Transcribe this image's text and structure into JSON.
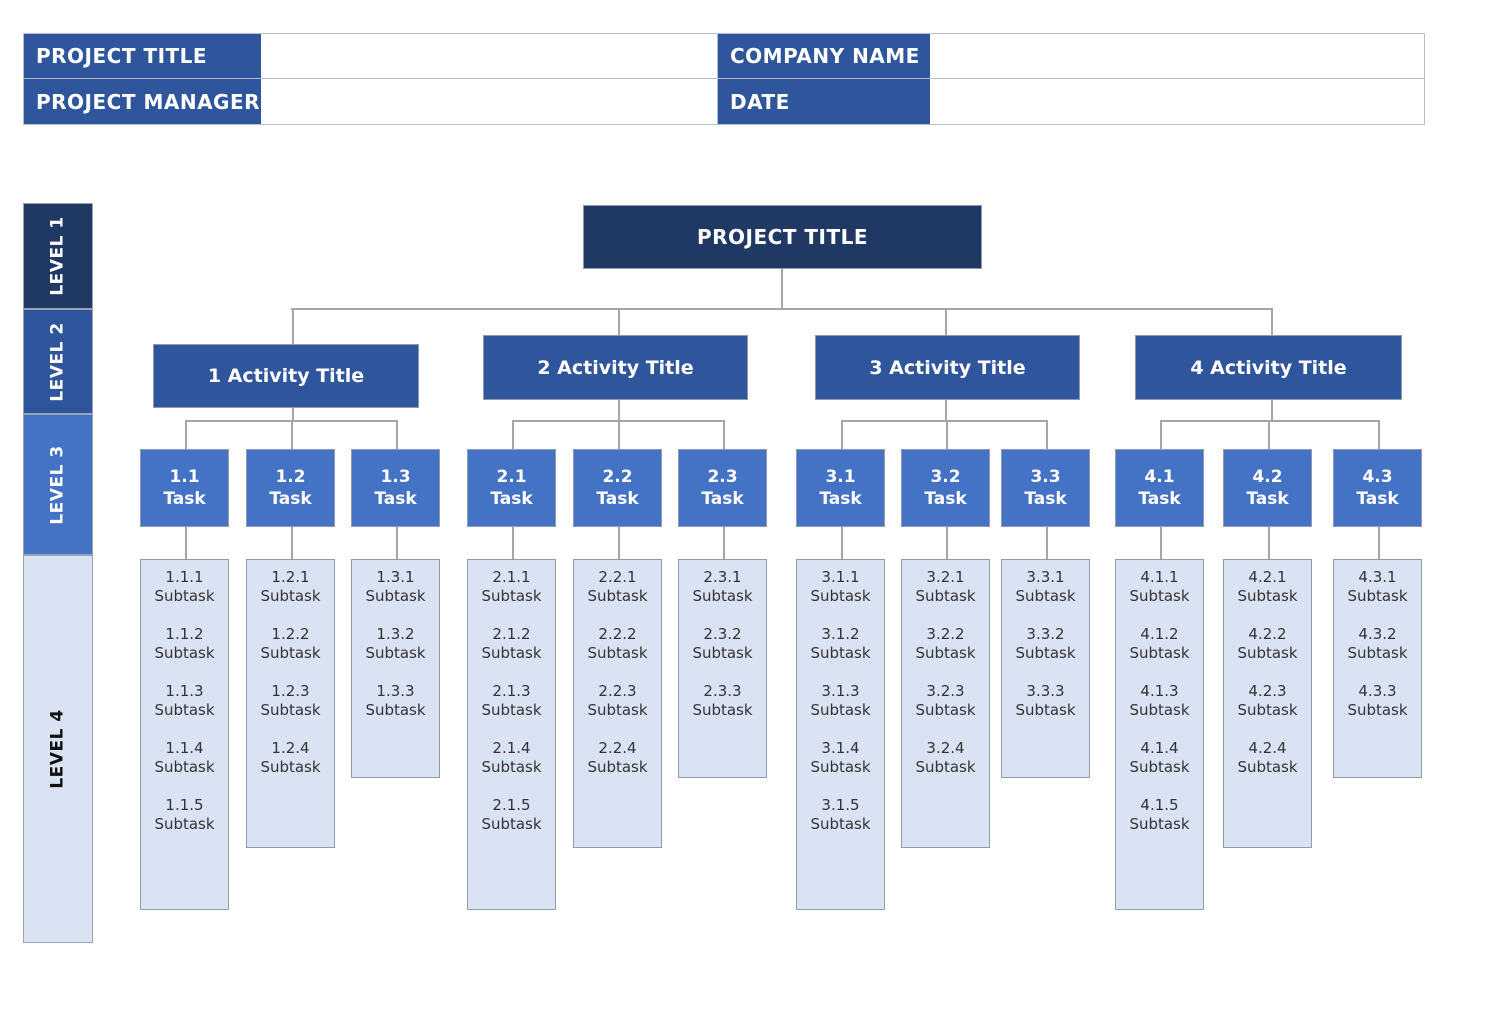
{
  "header": {
    "project_title_label": "PROJECT TITLE",
    "project_manager_label": "PROJECT MANAGER",
    "company_name_label": "COMPANY NAME",
    "date_label": "DATE",
    "project_title_value": "",
    "project_manager_value": "",
    "company_name_value": "",
    "date_value": ""
  },
  "levels": [
    "LEVEL 1",
    "LEVEL 2",
    "LEVEL 3",
    "LEVEL 4"
  ],
  "root": "PROJECT TITLE",
  "activities": [
    {
      "title": "1 Activity Title",
      "tasks": [
        {
          "num": "1.1",
          "label": "Task",
          "subtasks": [
            "1.1.1",
            "1.1.2",
            "1.1.3",
            "1.1.4",
            "1.1.5"
          ]
        },
        {
          "num": "1.2",
          "label": "Task",
          "subtasks": [
            "1.2.1",
            "1.2.2",
            "1.2.3",
            "1.2.4"
          ]
        },
        {
          "num": "1.3",
          "label": "Task",
          "subtasks": [
            "1.3.1",
            "1.3.2",
            "1.3.3"
          ]
        }
      ]
    },
    {
      "title": "2 Activity Title",
      "tasks": [
        {
          "num": "2.1",
          "label": "Task",
          "subtasks": [
            "2.1.1",
            "2.1.2",
            "2.1.3",
            "2.1.4",
            "2.1.5"
          ]
        },
        {
          "num": "2.2",
          "label": "Task",
          "subtasks": [
            "2.2.1",
            "2.2.2",
            "2.2.3",
            "2.2.4"
          ]
        },
        {
          "num": "2.3",
          "label": "Task",
          "subtasks": [
            "2.3.1",
            "2.3.2",
            "2.3.3"
          ]
        }
      ]
    },
    {
      "title": "3 Activity Title",
      "tasks": [
        {
          "num": "3.1",
          "label": "Task",
          "subtasks": [
            "3.1.1",
            "3.1.2",
            "3.1.3",
            "3.1.4",
            "3.1.5"
          ]
        },
        {
          "num": "3.2",
          "label": "Task",
          "subtasks": [
            "3.2.1",
            "3.2.2",
            "3.2.3",
            "3.2.4"
          ]
        },
        {
          "num": "3.3",
          "label": "Task",
          "subtasks": [
            "3.3.1",
            "3.3.2",
            "3.3.3"
          ]
        }
      ]
    },
    {
      "title": "4 Activity Title",
      "tasks": [
        {
          "num": "4.1",
          "label": "Task",
          "subtasks": [
            "4.1.1",
            "4.1.2",
            "4.1.3",
            "4.1.4",
            "4.1.5"
          ]
        },
        {
          "num": "4.2",
          "label": "Task",
          "subtasks": [
            "4.2.1",
            "4.2.2",
            "4.2.3",
            "4.2.4"
          ]
        },
        {
          "num": "4.3",
          "label": "Task",
          "subtasks": [
            "4.3.1",
            "4.3.2",
            "4.3.3"
          ]
        }
      ]
    }
  ],
  "subtask_label": "Subtask",
  "colors": {
    "level1": "#203864",
    "level2": "#2f569c",
    "level3": "#4472c4",
    "level4": "#dae3f3",
    "connector": "#a6a6a6"
  }
}
